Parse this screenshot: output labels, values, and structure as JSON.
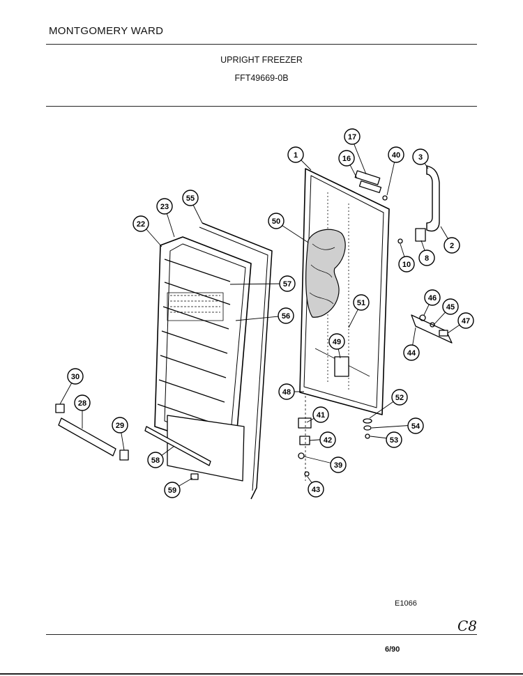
{
  "header": {
    "brand": "MONTGOMERY WARD",
    "title": "UPRIGHT FREEZER",
    "model": "FFT49669-0B"
  },
  "footer": {
    "diagram_code": "E1066",
    "handwritten_note": "C8",
    "date": "6/90"
  },
  "callouts": [
    "17",
    "16",
    "40",
    "3",
    "1",
    "2",
    "8",
    "10",
    "55",
    "23",
    "22",
    "50",
    "57",
    "56",
    "51",
    "46",
    "45",
    "47",
    "44",
    "49",
    "48",
    "52",
    "54",
    "53",
    "41",
    "42",
    "39",
    "43",
    "30",
    "28",
    "29",
    "58",
    "59"
  ]
}
